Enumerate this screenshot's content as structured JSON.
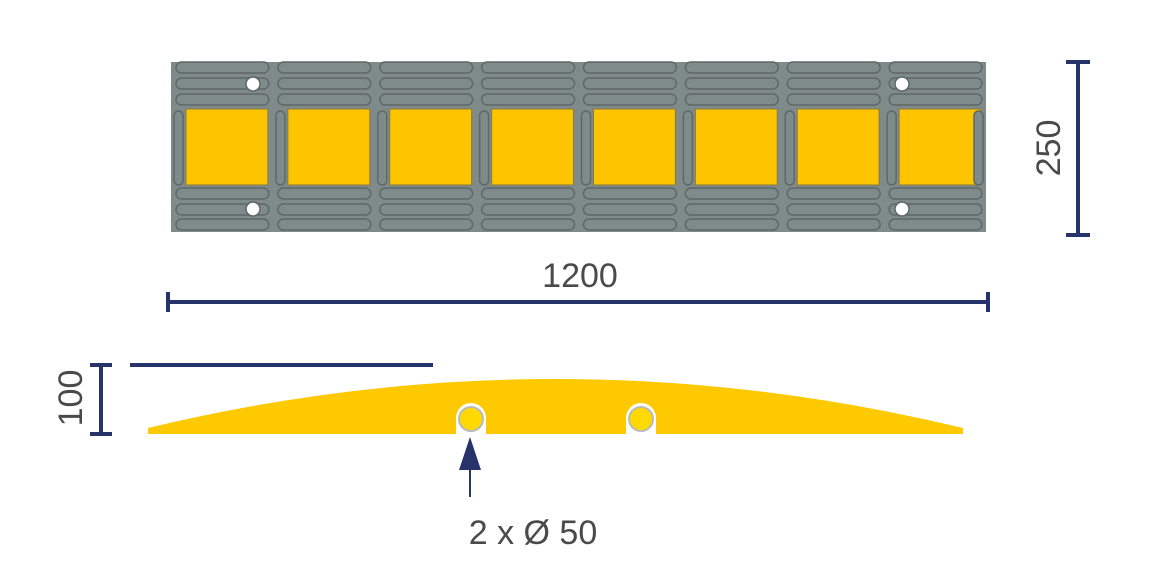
{
  "title": "Speed bump dimensions",
  "dimensions": {
    "length": "1200",
    "width": "250",
    "height": "100",
    "holes": "2 x Ø 50"
  },
  "top_view": {
    "segments": 8,
    "mount_holes": 4
  },
  "colors": {
    "rubber": "#7f8a8a",
    "reflector": "#ffc400",
    "profile": "#ffc900",
    "hole": "#ffd900",
    "dimension": "#27336b"
  }
}
